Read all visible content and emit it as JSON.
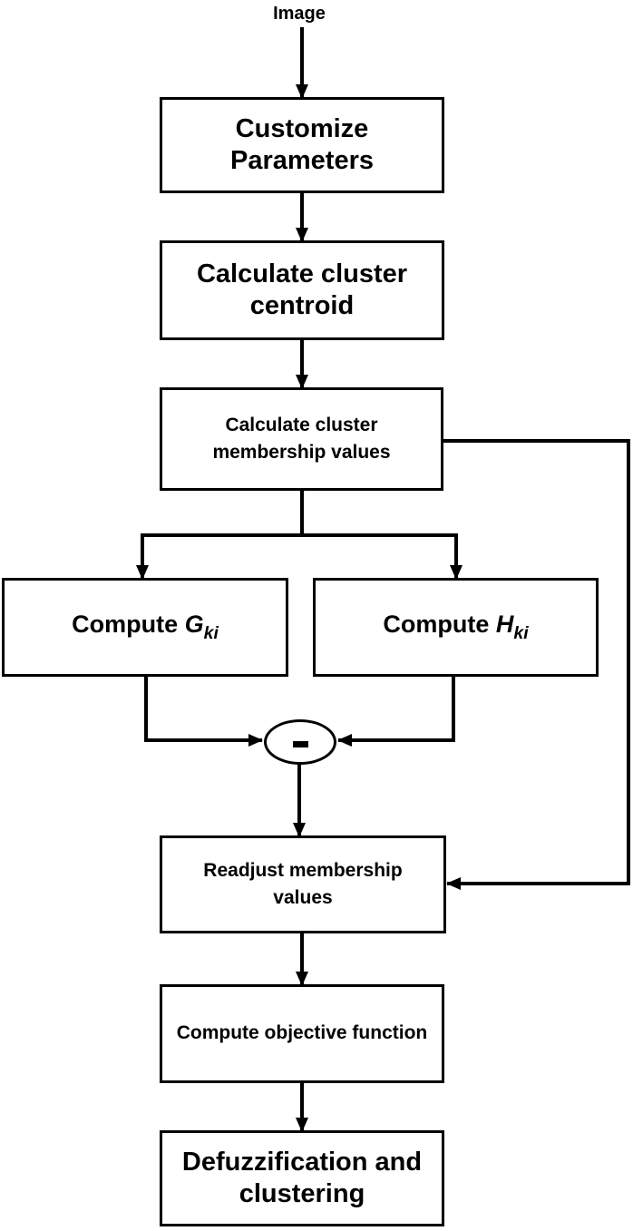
{
  "diagram": {
    "input_label": "Image",
    "steps": {
      "customize": "Customize Parameters",
      "centroid": "Calculate cluster centroid",
      "membership": "Calculate cluster membership values",
      "compute_g": {
        "prefix": "Compute ",
        "var": "G",
        "sub": "ki"
      },
      "compute_h": {
        "prefix": "Compute ",
        "var": "H",
        "sub": "ki"
      },
      "readjust": "Readjust membership values",
      "objective": "Compute objective function",
      "defuzz": "Defuzzification and clustering"
    },
    "subtract_operator": "minus"
  }
}
